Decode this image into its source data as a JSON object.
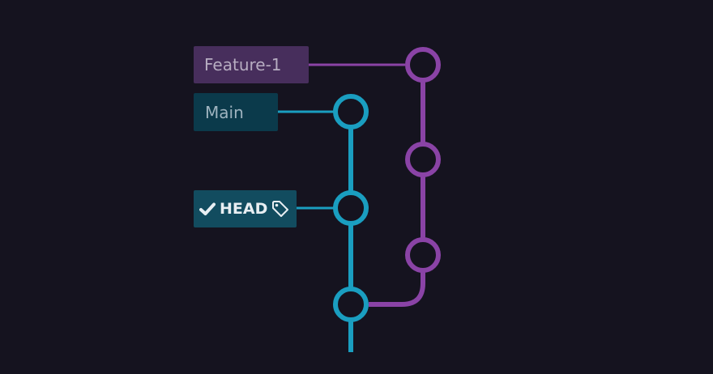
{
  "colors": {
    "background": "#15131f",
    "main_branch": "#1a9ec0",
    "feature_branch": "#8a43a6",
    "feature_label_bg": "#472e5c",
    "main_label_bg": "#0b3a4b",
    "head_label_bg": "#124c5f"
  },
  "branches": {
    "feature": {
      "label": "Feature-1"
    },
    "main": {
      "label": "Main"
    }
  },
  "head": {
    "label": "HEAD",
    "icons": [
      "check-icon",
      "tag-icon"
    ]
  }
}
